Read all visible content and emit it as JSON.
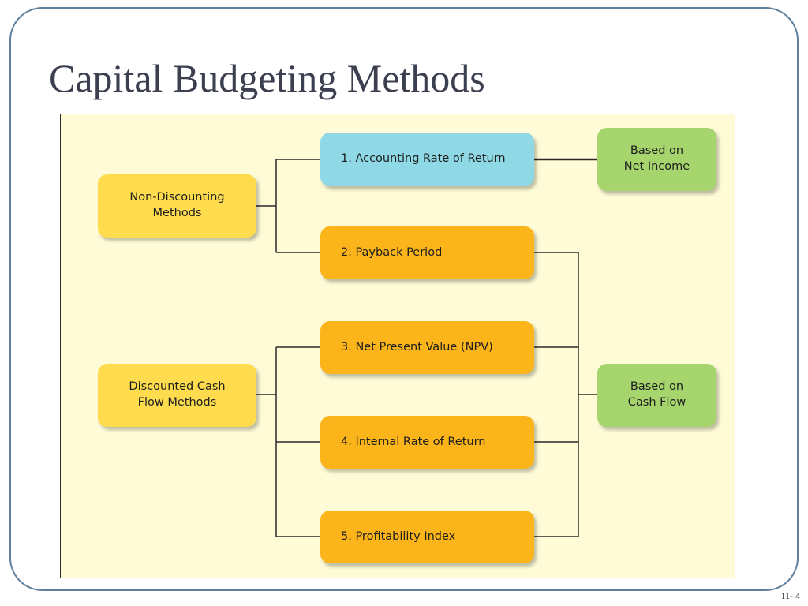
{
  "title": "Capital Budgeting Methods",
  "page_number": "11- 4",
  "categories": {
    "non_discounting": {
      "line1": "Non-Discounting",
      "line2": "Methods"
    },
    "discounted": {
      "line1": "Discounted Cash",
      "line2": "Flow Methods"
    }
  },
  "methods": [
    "1. Accounting Rate of Return",
    "2. Payback Period",
    "3. Net Present Value (NPV)",
    "4. Internal Rate of Return",
    "5. Profitability Index"
  ],
  "bases": {
    "net_income": {
      "line1": "Based on",
      "line2": "Net Income"
    },
    "cash_flow": {
      "line1": "Based on",
      "line2": "Cash Flow"
    }
  },
  "colors": {
    "category": "#fedc4d",
    "accounting_method": "#8fd8e6",
    "methods": "#fbb51a",
    "basis": "#a6d56d",
    "background": "#fefbd6"
  }
}
